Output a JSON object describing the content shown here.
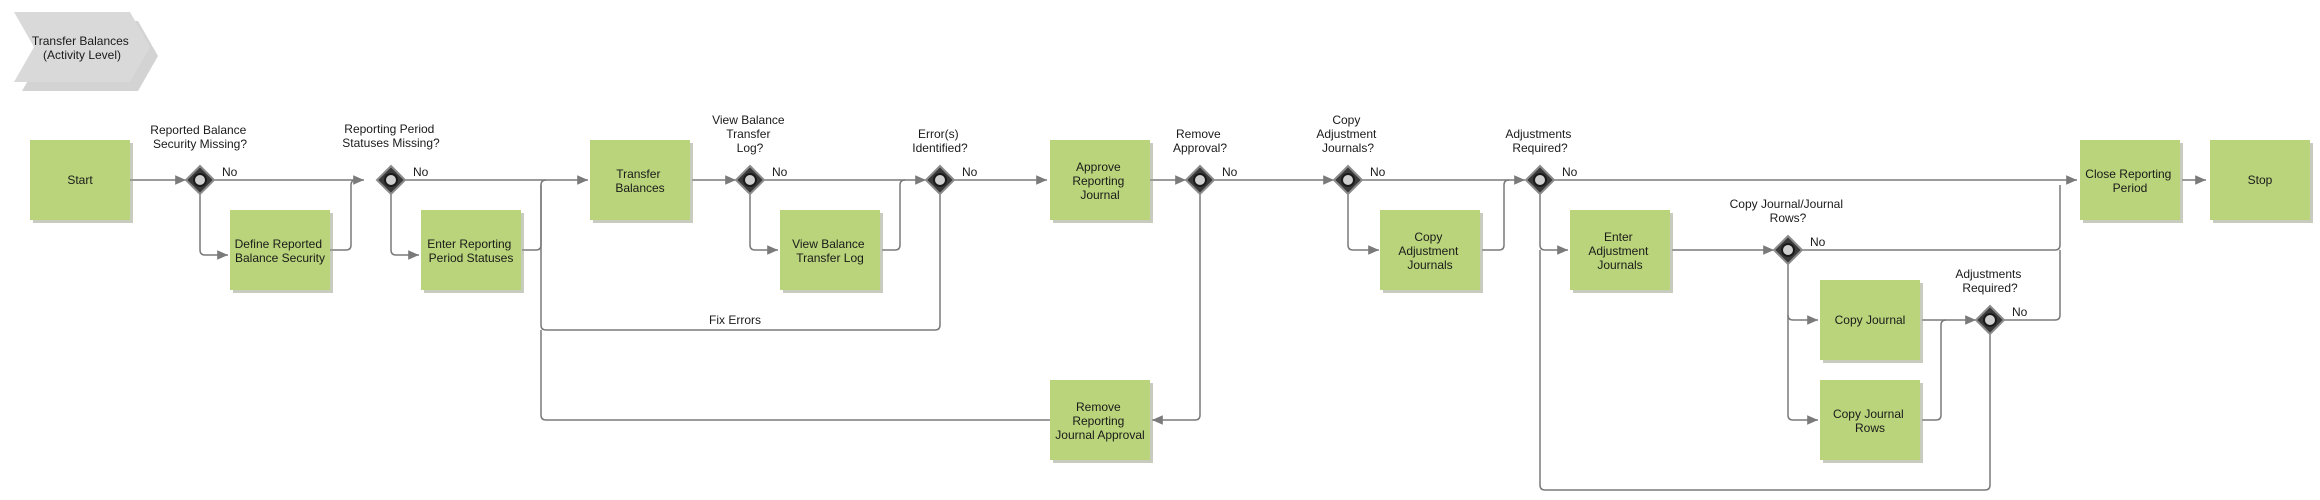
{
  "header": {
    "lines": [
      "Transfer Balances",
      "(Activity Level)"
    ]
  },
  "activities": {
    "start": [
      "Start"
    ],
    "define_rbs": [
      "Define Reported",
      "Balance Security"
    ],
    "enter_rps": [
      "Enter Reporting",
      "Period Statuses"
    ],
    "transfer_balances": [
      "Transfer",
      "Balances"
    ],
    "view_btl": [
      "View Balance",
      "Transfer Log"
    ],
    "approve_rj": [
      "Approve",
      "Reporting",
      "Journal"
    ],
    "remove_rja": [
      "Remove",
      "Reporting",
      "Journal Approval"
    ],
    "copy_aj": [
      "Copy",
      "Adjustment",
      "Journals"
    ],
    "enter_aj": [
      "Enter",
      "Adjustment",
      "Journals"
    ],
    "copy_journal": [
      "Copy Journal"
    ],
    "copy_journal_rows": [
      "Copy Journal",
      "Rows"
    ],
    "close_rp": [
      "Close Reporting",
      "Period"
    ],
    "stop": [
      "Stop"
    ]
  },
  "gateways": {
    "g1": [
      "Reported Balance",
      "Security Missing?"
    ],
    "g2": [
      "Reporting Period",
      "Statuses Missing?"
    ],
    "g3": [
      "View Balance",
      "Transfer",
      "Log?"
    ],
    "g4": [
      "Error(s)",
      "Identified?"
    ],
    "g5": [
      "Remove",
      "Approval?"
    ],
    "g6": [
      "Copy",
      "Adjustment",
      "Journals?"
    ],
    "g7": [
      "Adjustments",
      "Required?"
    ],
    "g8": [
      "Copy Journal/Journal",
      "Rows?"
    ],
    "g9": [
      "Adjustments",
      "Required?"
    ]
  },
  "flow_labels": {
    "no": "No",
    "fix_errors": "Fix Errors"
  }
}
